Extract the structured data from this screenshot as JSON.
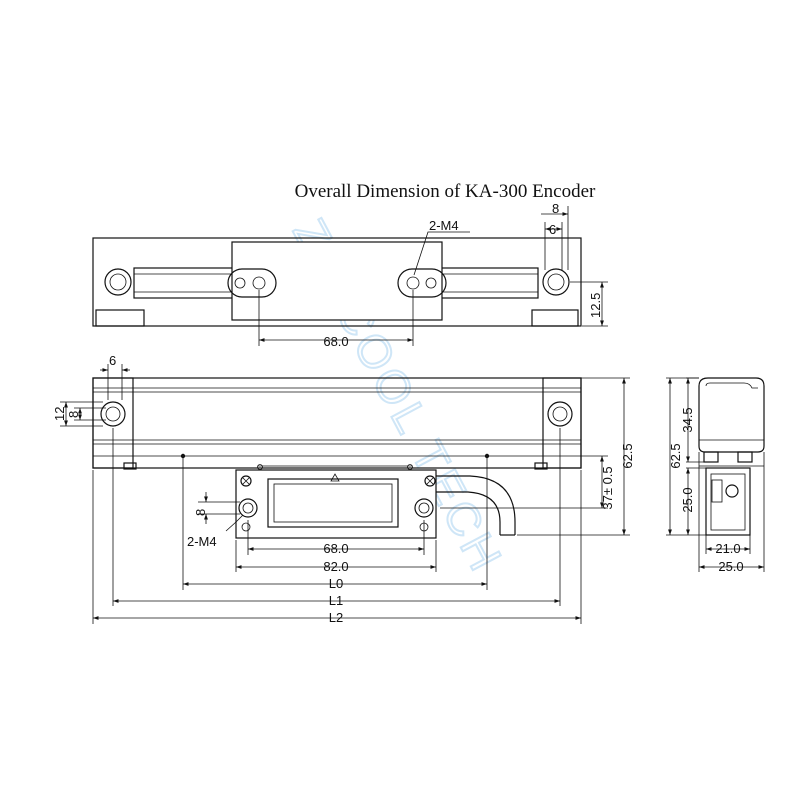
{
  "title": "Overall Dimension of KA-300 Encoder",
  "watermark": "ZO-COOL TECH",
  "top_view": {
    "thread_label": "2-M4",
    "dim_hole_spacing": "68.0",
    "dim_height": "12.5",
    "dim_outer": "8",
    "dim_inner": "6"
  },
  "front_view": {
    "dim_tab_width": "6",
    "dim_hole_outer": "12",
    "dim_hole_inner": "8",
    "dim_slot": "8",
    "thread_label": "2-M4",
    "dim_hole_spacing": "68.0",
    "dim_head_length": "82.0",
    "dim_l0": "L0",
    "dim_l1": "L1",
    "dim_l2": "L2",
    "dim_offset": "37± 0.5",
    "dim_total_height": "62.5"
  },
  "side_view": {
    "dim_upper": "34.5",
    "dim_total": "62.5",
    "dim_lower": "25.0",
    "dim_inner_width": "21.0",
    "dim_outer_width": "25.0"
  },
  "colors": {
    "line": "#111111",
    "watermark": "#cfe6f7",
    "background": "#ffffff"
  }
}
